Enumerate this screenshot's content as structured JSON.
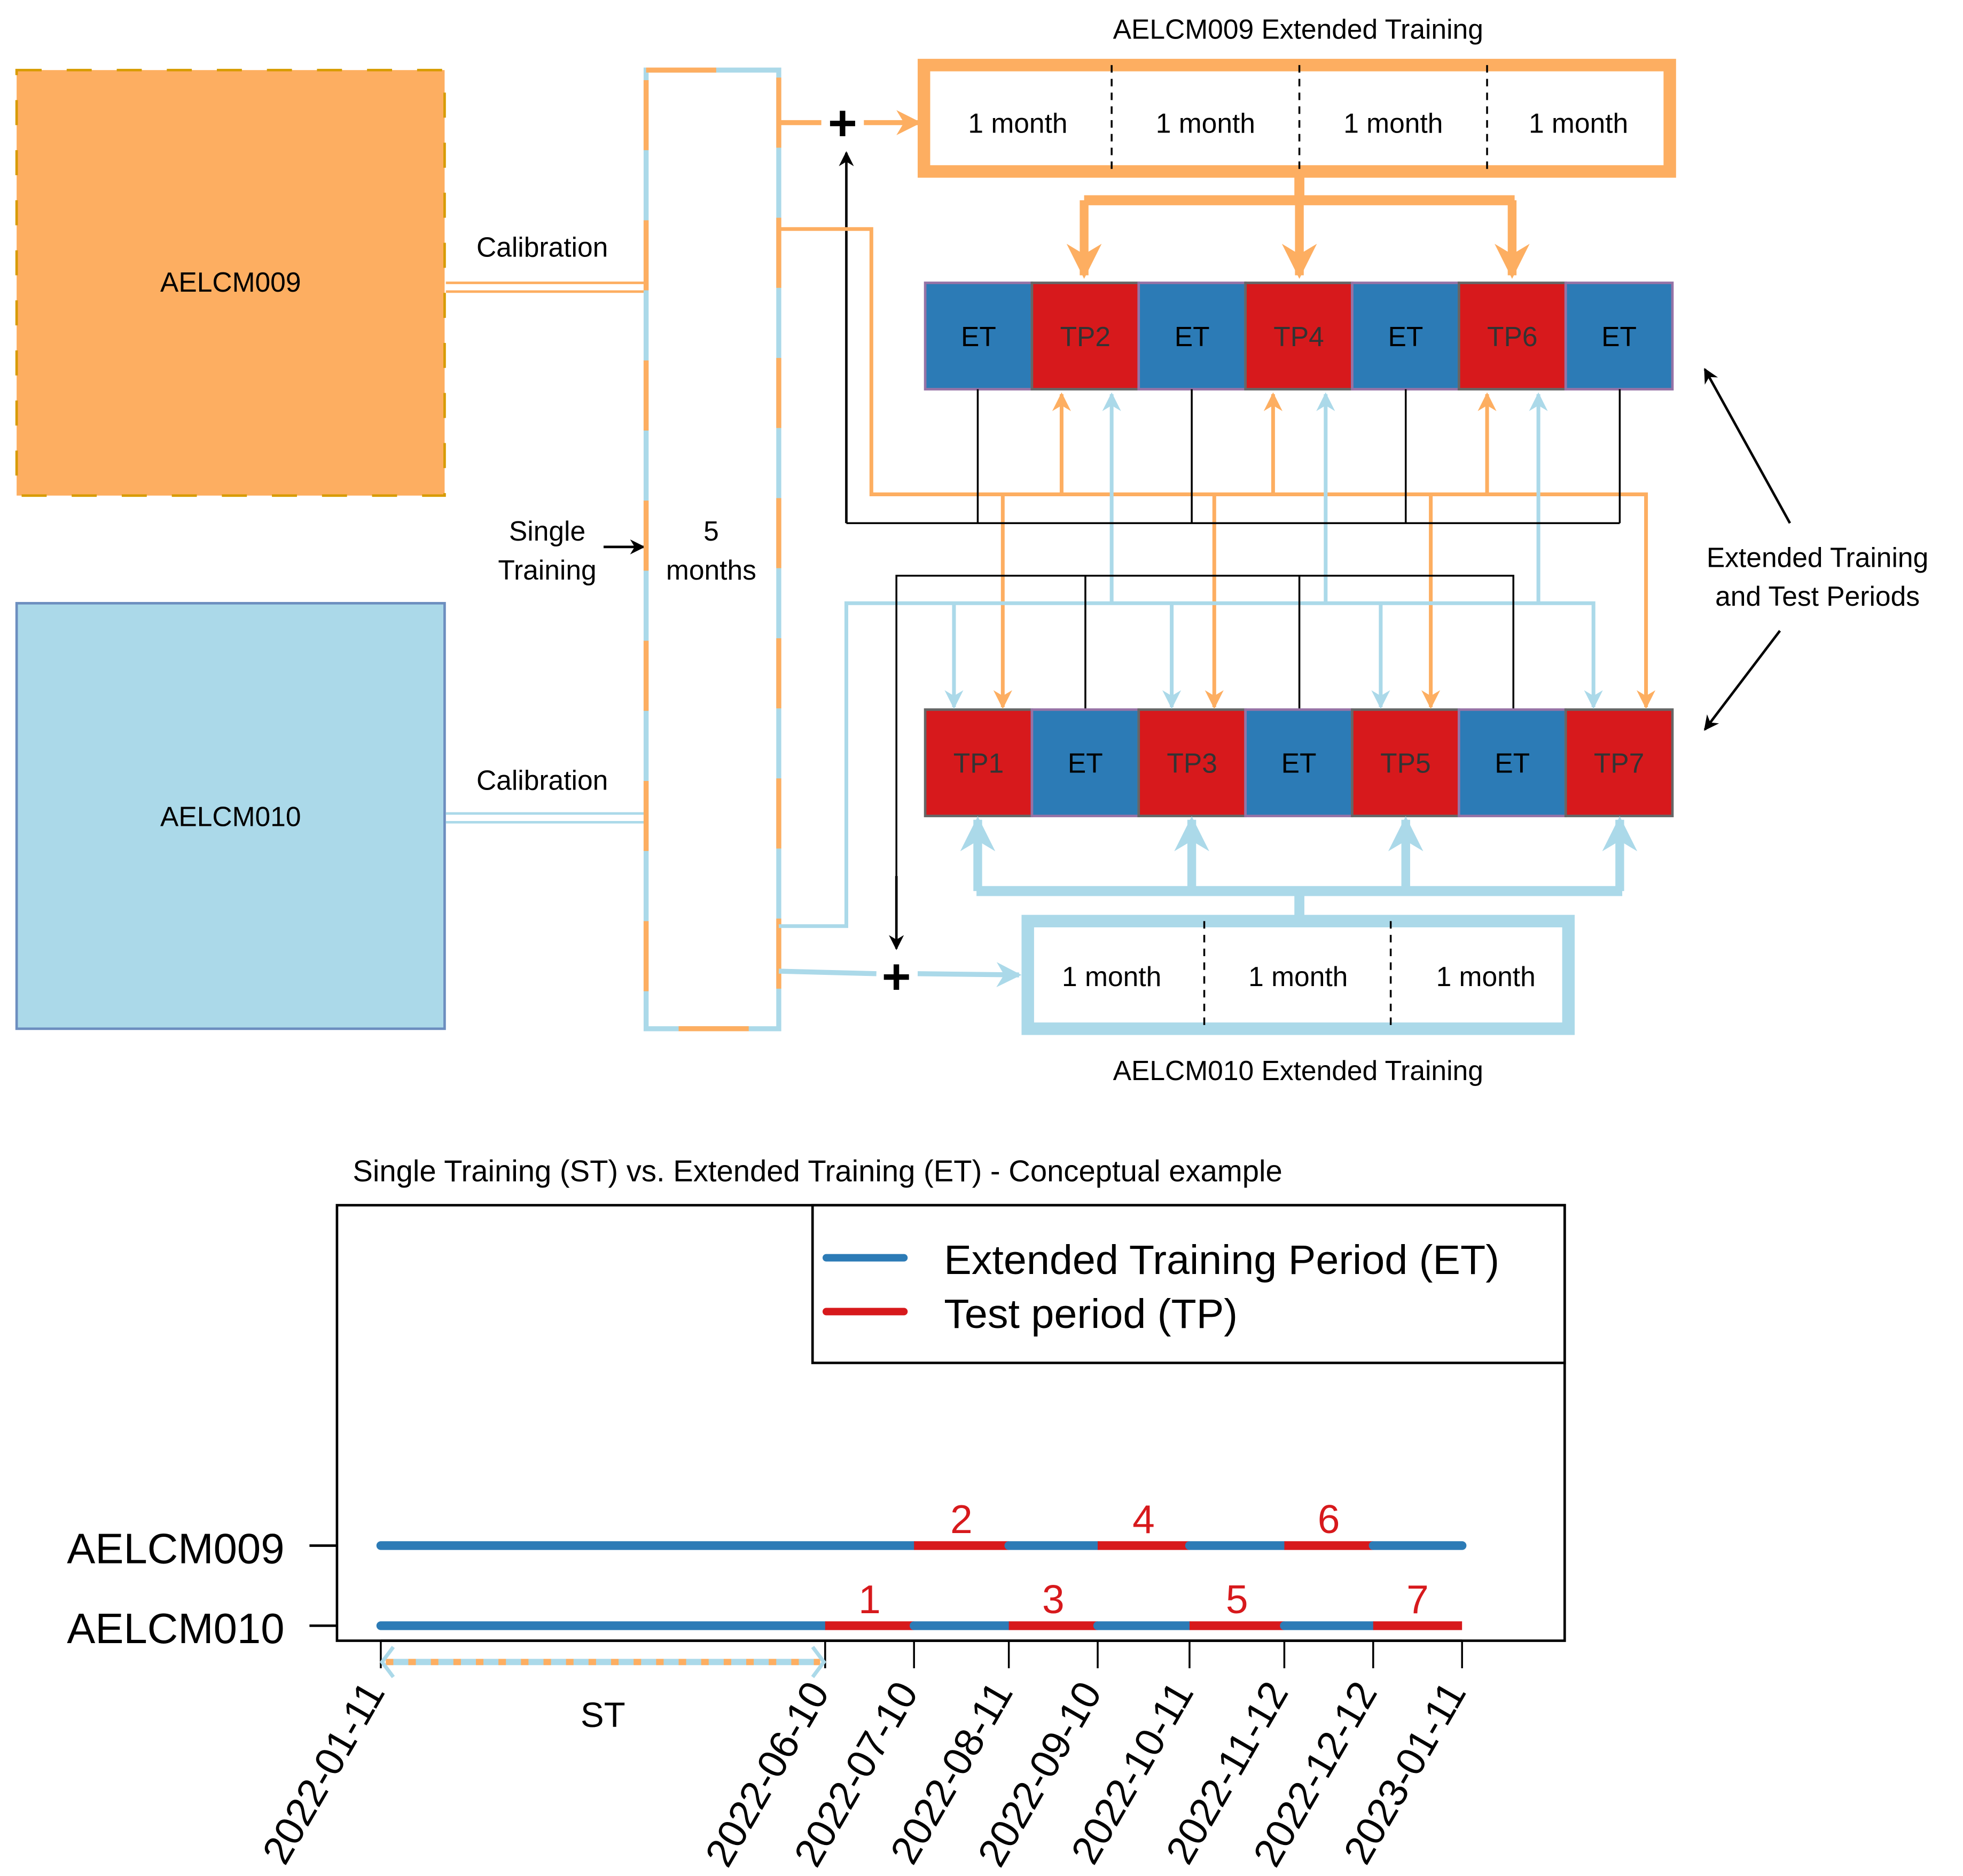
{
  "colors": {
    "orange": "#FDAE61",
    "orange_border": "#D79B00",
    "lightblue": "#ABD9E9",
    "lightblue_border": "#6C8EBF",
    "et_blue": "#2C7BB6",
    "tp_red": "#D7191C",
    "purple_border": "#9673A6",
    "gray_border": "#666666"
  },
  "diagram": {
    "site_a": {
      "label": "AELCM009"
    },
    "site_b": {
      "label": "AELCM010"
    },
    "calibration_a": "Calibration",
    "calibration_b": "Calibration",
    "single_training_line1": "Single",
    "single_training_line2": "Training",
    "st_box_line1": "5",
    "st_box_line2": "months",
    "et_a_title": "AELCM009 Extended Training",
    "et_b_title": "AELCM010 Extended Training",
    "et_a_months": [
      "1 month",
      "1 month",
      "1 month",
      "1 month"
    ],
    "et_b_months": [
      "1 month",
      "1 month",
      "1 month"
    ],
    "row_a_cells": [
      {
        "label": "ET",
        "kind": "et"
      },
      {
        "label": "TP2",
        "kind": "tp"
      },
      {
        "label": "ET",
        "kind": "et"
      },
      {
        "label": "TP4",
        "kind": "tp"
      },
      {
        "label": "ET",
        "kind": "et"
      },
      {
        "label": "TP6",
        "kind": "tp"
      },
      {
        "label": "ET",
        "kind": "et"
      }
    ],
    "row_b_cells": [
      {
        "label": "TP1",
        "kind": "tp"
      },
      {
        "label": "ET",
        "kind": "et"
      },
      {
        "label": "TP3",
        "kind": "tp"
      },
      {
        "label": "ET",
        "kind": "et"
      },
      {
        "label": "TP5",
        "kind": "tp"
      },
      {
        "label": "ET",
        "kind": "et"
      },
      {
        "label": "TP7",
        "kind": "tp"
      }
    ],
    "plus_symbol": "+",
    "annotation_line1": "Extended Training",
    "annotation_line2": "and Test Periods"
  },
  "chart_data": {
    "type": "timeline",
    "title": "Single Training (ST) vs. Extended Training (ET) - Conceptual example",
    "xlabel": "",
    "ylabel": "",
    "x_ticks": [
      "2022-01-11",
      "2022-06-10",
      "2022-07-10",
      "2022-08-11",
      "2022-09-10",
      "2022-10-11",
      "2022-11-12",
      "2022-12-12",
      "2023-01-11"
    ],
    "y_categories": [
      "AELCM009",
      "AELCM010"
    ],
    "legend": {
      "position": "top-right",
      "entries": [
        {
          "label": "Extended Training Period (ET)",
          "color": "#2C7BB6"
        },
        {
          "label": "Test period (TP)",
          "color": "#D7191C"
        }
      ]
    },
    "series": [
      {
        "name": "AELCM009",
        "segments": [
          {
            "start": "2022-01-11",
            "end": "2022-07-10",
            "kind": "ET",
            "label": ""
          },
          {
            "start": "2022-07-10",
            "end": "2022-08-11",
            "kind": "TP",
            "label": "2"
          },
          {
            "start": "2022-08-11",
            "end": "2022-09-10",
            "kind": "ET",
            "label": ""
          },
          {
            "start": "2022-09-10",
            "end": "2022-10-11",
            "kind": "TP",
            "label": "4"
          },
          {
            "start": "2022-10-11",
            "end": "2022-11-12",
            "kind": "ET",
            "label": ""
          },
          {
            "start": "2022-11-12",
            "end": "2022-12-12",
            "kind": "TP",
            "label": "6"
          },
          {
            "start": "2022-12-12",
            "end": "2023-01-11",
            "kind": "ET",
            "label": ""
          }
        ]
      },
      {
        "name": "AELCM010",
        "segments": [
          {
            "start": "2022-01-11",
            "end": "2022-06-10",
            "kind": "ET",
            "label": ""
          },
          {
            "start": "2022-06-10",
            "end": "2022-07-10",
            "kind": "TP",
            "label": "1"
          },
          {
            "start": "2022-07-10",
            "end": "2022-08-11",
            "kind": "ET",
            "label": ""
          },
          {
            "start": "2022-08-11",
            "end": "2022-09-10",
            "kind": "TP",
            "label": "3"
          },
          {
            "start": "2022-09-10",
            "end": "2022-10-11",
            "kind": "ET",
            "label": ""
          },
          {
            "start": "2022-10-11",
            "end": "2022-11-12",
            "kind": "TP",
            "label": "5"
          },
          {
            "start": "2022-11-12",
            "end": "2022-12-12",
            "kind": "ET",
            "label": ""
          },
          {
            "start": "2022-12-12",
            "end": "2023-01-11",
            "kind": "TP",
            "label": "7"
          }
        ]
      }
    ],
    "st_span": {
      "start": "2022-01-11",
      "end": "2022-06-10",
      "label": "ST"
    }
  }
}
